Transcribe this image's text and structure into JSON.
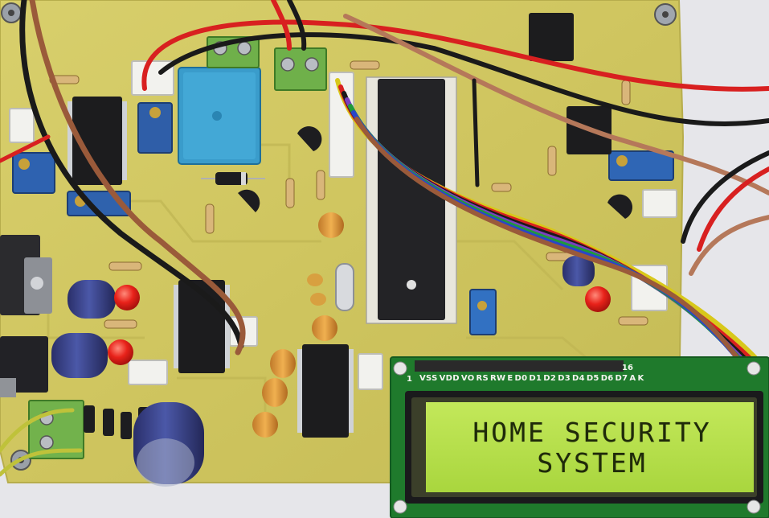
{
  "lcd": {
    "line1": "HOME SECURITY",
    "line2": "SYSTEM",
    "pin_labels": [
      "VSS",
      "VDD",
      "VO",
      "RS",
      "RW",
      "E",
      "D0",
      "D1",
      "D2",
      "D3",
      "D4",
      "D5",
      "D6",
      "D7",
      "A",
      "K"
    ],
    "pin_first": "1",
    "pin_last": "16"
  },
  "colors": {
    "pcb": "#d2c864",
    "lcd_backlight": "#b8e046",
    "lcd_pcb": "#1f7a2c",
    "relay": "#3a9ccb",
    "terminal_block": "#6fb04a",
    "ic_body": "#1c1c1e"
  },
  "icons": [
    "microcontroller-ic",
    "relay",
    "lcd-module",
    "electrolytic-capacitor",
    "led",
    "potentiometer",
    "terminal-block",
    "voltage-regulator",
    "diode",
    "resistor",
    "transistor",
    "crystal"
  ]
}
